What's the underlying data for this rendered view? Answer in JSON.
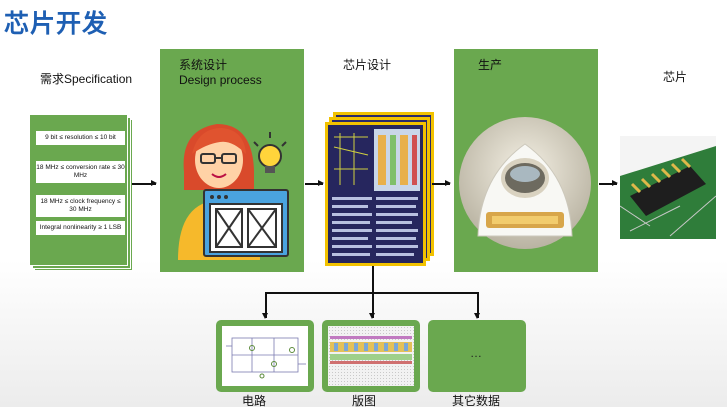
{
  "title": "芯片开发",
  "stages": {
    "spec": {
      "label": "需求Specification",
      "items": [
        "9 bit ≤ resolution ≤ 10 bit",
        "18 MHz ≤ conversion rate ≤ 30 MHz",
        "18 MHz ≤ clock frequency ≤ 30 MHz",
        "Integral nonlinearity ≥ 1 LSB"
      ]
    },
    "design": {
      "label_cn": "系统设计",
      "label_en": "Design process"
    },
    "chip_design": {
      "label": "芯片设计"
    },
    "production": {
      "label": "生产"
    },
    "chip": {
      "label": "芯片"
    }
  },
  "outputs": [
    {
      "label": "电路"
    },
    {
      "label": "版图"
    },
    {
      "label": "其它数据",
      "placeholder": "…"
    }
  ],
  "colors": {
    "title": "#1e5fb3",
    "box_green": "#6aa84f",
    "layout_yellow": "#f2c200"
  }
}
